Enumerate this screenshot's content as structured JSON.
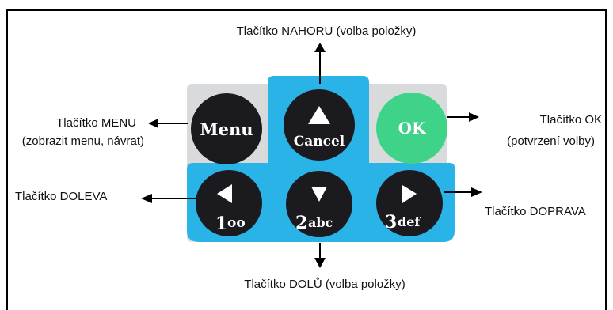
{
  "labels": {
    "up": "Tlačítko NAHORU (volba položky)",
    "menu_line1": "Tlačítko MENU",
    "menu_line2": "(zobrazit menu, návrat)",
    "ok_line1": "Tlačítko OK",
    "ok_line2": "(potvrzení volby)",
    "left": "Tlačítko DOLEVA",
    "right": "Tlačítko DOPRAVA",
    "down": "Tlačítko DOLŮ (volba položky)"
  },
  "keypad": {
    "menu": "Menu",
    "cancel": "Cancel",
    "ok": "OK",
    "key1_digit": "1",
    "key1_glyph": "oo",
    "key2_digit": "2",
    "key2_letters": "abc",
    "key3_digit": "3",
    "key3_letters": "def"
  },
  "colors": {
    "panel": "#d9dadc",
    "blue_track": "#29b3e6",
    "dark_button": "#1b1b1f",
    "ok_button": "#3fd38a",
    "arrow": "#000000"
  }
}
